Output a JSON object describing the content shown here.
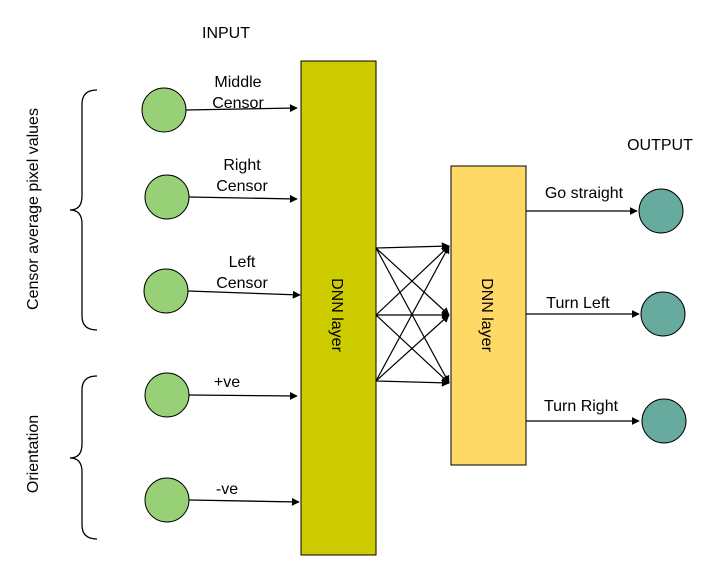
{
  "headings": {
    "input": "INPUT",
    "output": "OUTPUT"
  },
  "groups": {
    "sensor": "Censor average pixel values",
    "orientation": "Orientation"
  },
  "inputs": [
    {
      "line1": "Middle",
      "line2": "Censor"
    },
    {
      "line1": "Right",
      "line2": "Censor"
    },
    {
      "line1": "Left",
      "line2": "Censor"
    },
    {
      "line1": "+ve"
    },
    {
      "line1": "-ve"
    }
  ],
  "layers": {
    "first": "DNN layer",
    "second": "DNN layer"
  },
  "outputs": [
    {
      "label": "Go straight"
    },
    {
      "label": "Turn Left"
    },
    {
      "label": "Turn Right"
    }
  ],
  "colors": {
    "input_node": "#97d077",
    "output_node": "#67ab9f",
    "layer1": "#cccc00",
    "layer2": "#ffd966",
    "stroke": "#000000"
  }
}
